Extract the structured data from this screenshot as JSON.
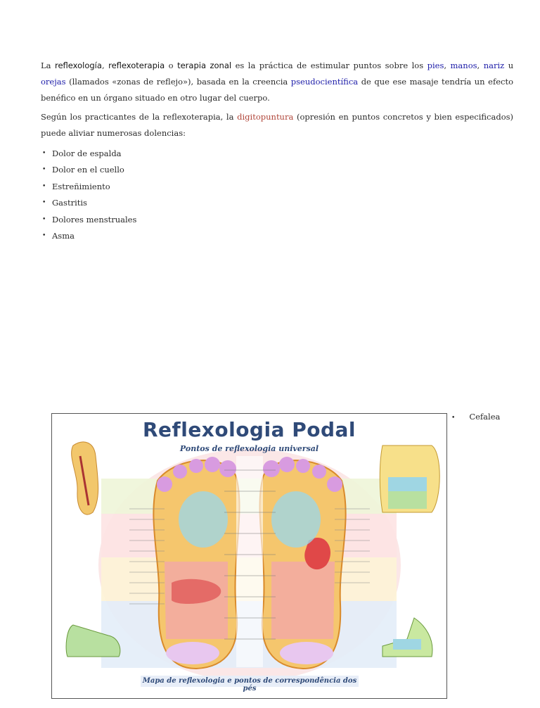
{
  "intro": {
    "w1": "La",
    "term1": "reflexología",
    "sep1": ",",
    "term2": "reflexoterapia",
    "w2": "o",
    "term3": "terapia zonal",
    "w3": "es la práctica de estimular puntos sobre los",
    "link_pies": "pies",
    "sep2": ",",
    "link_manos": "manos",
    "sep3": ",",
    "link_nariz": "nariz",
    "w4": "u",
    "link_orejas": "orejas",
    "w5": "(llamados «zonas de reflejo»), basada en la creencia",
    "link_pseudo": "pseudocientífica",
    "w6": "de que ese masaje tendría un efecto benéfico en un órgano situado en otro lugar del cuerpo."
  },
  "para2": {
    "w1": "Según los practicantes de la reflexoterapia, la",
    "link_digito": "digitopuntura",
    "w2": "(opresión en puntos concretos y bien especificados) puede aliviar numerosas dolencias:"
  },
  "ailments": [
    "Dolor de espalda",
    "Dolor en el cuello",
    "Estreñimiento",
    "Gastritis",
    "Dolores menstruales",
    "Asma"
  ],
  "side_item": "Cefalea",
  "figure": {
    "title": "Reflexologia Podal",
    "subtitle": "Pontos de reflexologia universal",
    "footer": "Mapa de reflexologia e pontos de correspondência dos pés"
  }
}
